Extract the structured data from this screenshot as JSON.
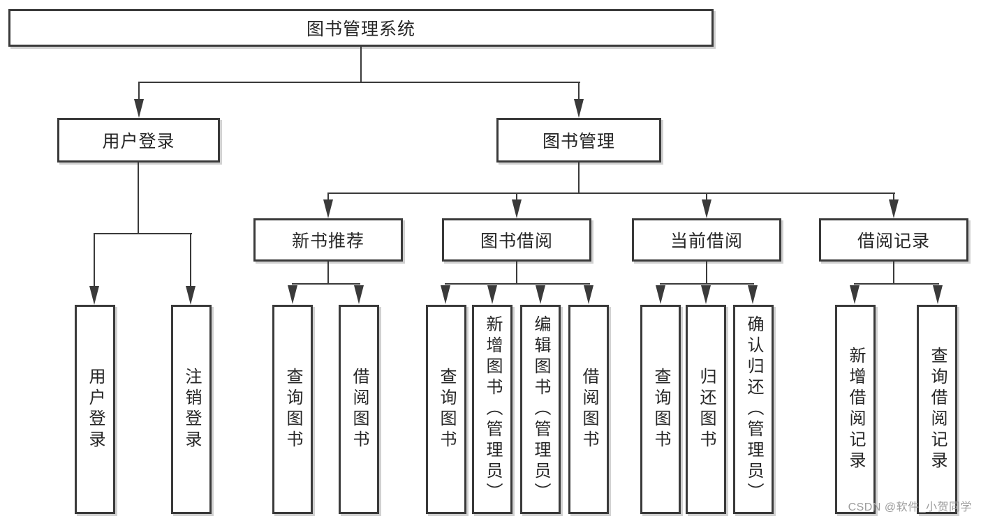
{
  "tree": {
    "root": {
      "label": "图书管理系统"
    },
    "level1": [
      {
        "label": "用户登录"
      },
      {
        "label": "图书管理"
      }
    ],
    "level2": [
      {
        "label": "新书推荐"
      },
      {
        "label": "图书借阅"
      },
      {
        "label": "当前借阅"
      },
      {
        "label": "借阅记录"
      }
    ],
    "leaves": {
      "user": [
        "用户登录",
        "注销登录"
      ],
      "recommend": [
        "查询图书",
        "借阅图书"
      ],
      "borrow": [
        "查询图书",
        "新增图书（管理员）",
        "编辑图书（管理员）",
        "借阅图书"
      ],
      "current": [
        "查询图书",
        "归还图书",
        "确认归还（管理员）"
      ],
      "record": [
        "新增借阅记录",
        "查询借阅记录"
      ]
    }
  },
  "watermark": {
    "text": "CSDN @软件_小贺同学",
    "color": "#9c9c9c"
  },
  "colors": {
    "line": "#3a3a3a",
    "border": "#3a3a3a",
    "text": "#262626",
    "background": "#ffffff"
  }
}
